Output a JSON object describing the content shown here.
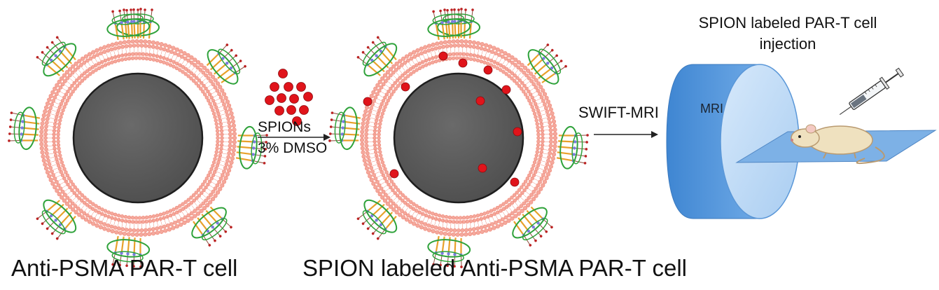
{
  "labels": {
    "left_caption": "Anti-PSMA PAR-T cell",
    "middle_caption": "SPION labeled Anti-PSMA PAR-T cell",
    "spions": "SPIONs",
    "dmso": "3% DMSO",
    "swift_mri": "SWIFT-MRI",
    "mri": "MRI",
    "injection_title": "SPION labeled PAR-T cell injection"
  },
  "colors": {
    "nucleus": "#5d5d5d",
    "membrane": "#f08a7a",
    "membrane_head": "#f4a89c",
    "receptor_green": "#2ea23a",
    "receptor_orange": "#e8a12b",
    "spion_red": "#e0141b",
    "scanner_blue": "#4a8fd6",
    "scanner_light": "#9cc6ee",
    "bed_blue": "#7db1e6",
    "mouse": "#efe1bf"
  },
  "icons": [
    "syringe-icon",
    "mouse-icon",
    "mri-scanner-icon"
  ]
}
